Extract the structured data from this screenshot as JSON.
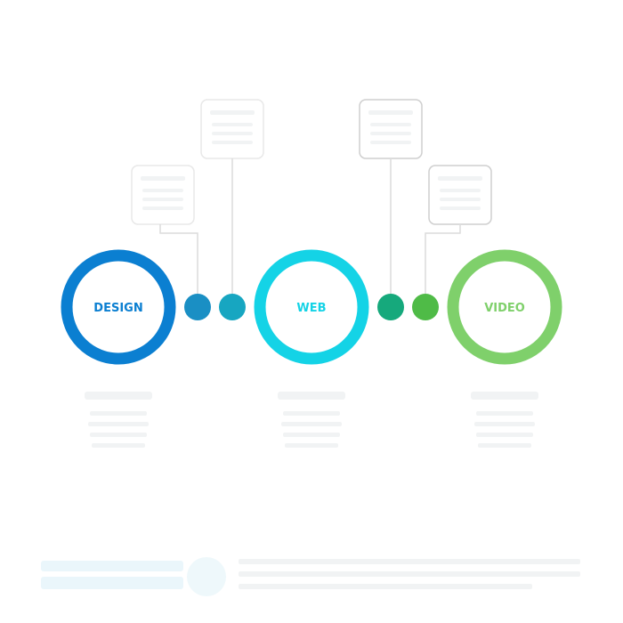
{
  "palette": {
    "design": "#0b7fd1",
    "web": "#14d3e6",
    "video": "#7fd06b",
    "dot1": "#1a8fc4",
    "dot2": "#17a6c1",
    "dot3": "#16a97c",
    "dot4": "#4fbb47"
  },
  "steps": [
    {
      "label": "DESIGN",
      "color": "#0b7fd1"
    },
    {
      "label": "WEB",
      "color": "#14d3e6"
    },
    {
      "label": "VIDEO",
      "color": "#7fd06b"
    }
  ]
}
